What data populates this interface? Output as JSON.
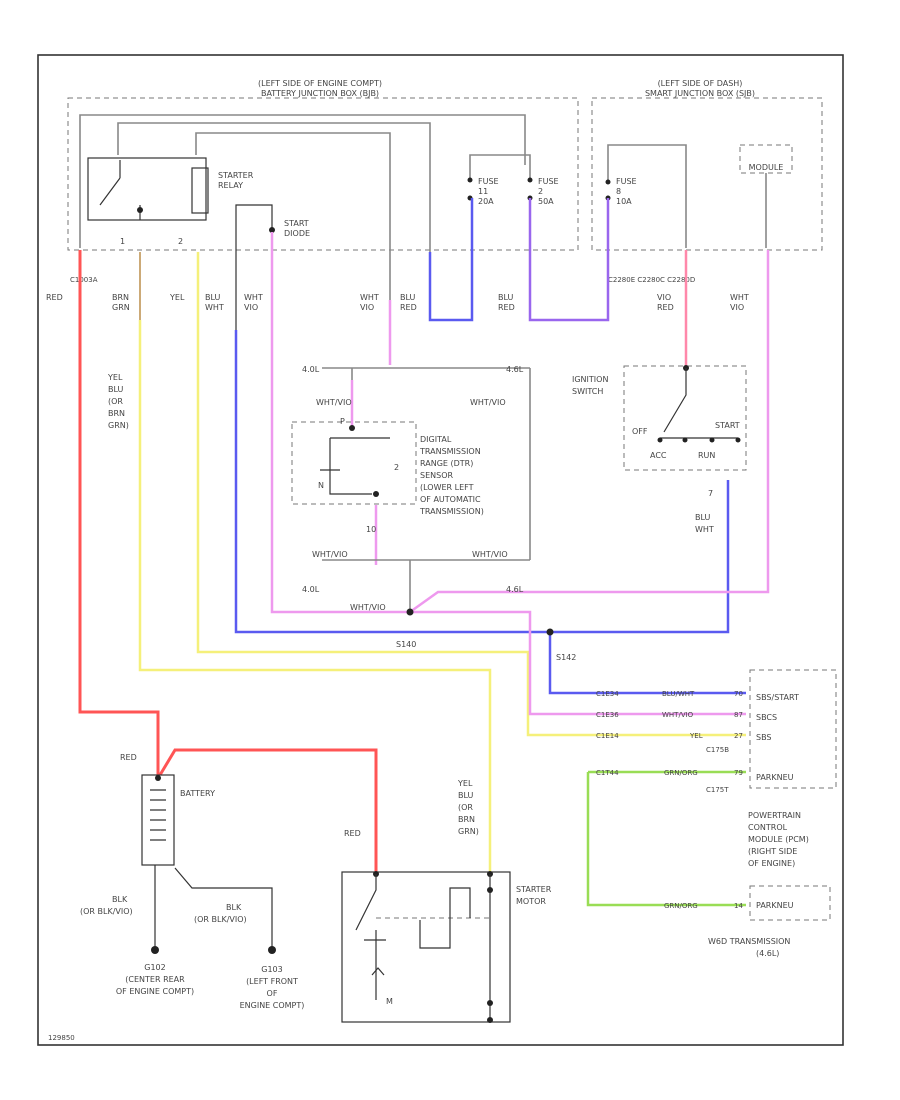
{
  "texts": {
    "bjb_title1": "(LEFT SIDE OF ENGINE COMPT)",
    "bjb_title2": "BATTERY JUNCTION BOX (BJB)",
    "sjb_title1": "(LEFT SIDE OF DASH)",
    "sjb_title2": "SMART JUNCTION BOX (SJB)",
    "starter_relay": [
      "STARTER",
      "RELAY"
    ],
    "start_diode": [
      "START",
      "DIODE"
    ],
    "fuse_a": [
      "FUSE",
      "11",
      "20A"
    ],
    "fuse_b": [
      "FUSE",
      "2",
      "50A"
    ],
    "fuse_c": [
      "FUSE",
      "8",
      "10A"
    ],
    "sjb_module": "MODULE",
    "pin1": "1",
    "pin2": "2",
    "conn_left": "C1003A",
    "conn_right": "C2280E  C2280C  C2280D",
    "wire_red": "RED",
    "wire_brn_grn": [
      "BRN",
      "GRN"
    ],
    "wire_yel": "YEL",
    "wire_blu_wht": [
      "BLU",
      "WHT"
    ],
    "wire_wht_vio": [
      "WHT",
      "VIO"
    ],
    "wire_blu_red1": [
      "BLU",
      "RED"
    ],
    "wire_blu_red2": [
      "BLU",
      "RED"
    ],
    "wire_vio_red": [
      "VIO",
      "RED"
    ],
    "wire_wht_vio3": [
      "WHT",
      "VIO"
    ],
    "wire_alt_left": [
      "YEL",
      "BLU",
      "(OR",
      "BRN",
      "GRN)"
    ],
    "ind_left": "4.0L",
    "ind_right": "4.6L",
    "splice_wht_vio_l": "WHT/VIO",
    "splice_wht_vio_r": "WHT/VIO",
    "ign_switch": [
      "IGNITION",
      "SWITCH"
    ],
    "ign_off": "OFF",
    "ign_start": "START",
    "ign_acc": "ACC",
    "ign_run": "RUN",
    "ign_pin": "7",
    "dtr_sensor": [
      "DIGITAL",
      "TRANSMISSION",
      "RANGE (DTR)",
      "SENSOR",
      "(LOWER LEFT",
      "OF AUTOMATIC",
      "TRANSMISSION)"
    ],
    "dtr_top": "P",
    "dtr_left": "N",
    "dtr_bot": "10",
    "dtr_pin2": "2",
    "dtr_wire_l": "WHT/VIO",
    "dtr_wire_r": "WHT/VIO",
    "dtr_wire_bl": "WHT/VIO",
    "dtr_wire_br": "WHT/VIO",
    "ign_wire": [
      "BLU",
      "WHT"
    ],
    "ind_left2": "4.0L",
    "ind_right2": "4.6L",
    "splice_wht_vio_c": "WHT/VIO",
    "splice_s140": "S140",
    "splice_s142": "S142",
    "pcm_c1": "C1E34",
    "pcm_c2": "C1E36",
    "pcm_c3": "C1E14",
    "pcm_c4": "C1T44",
    "pcm_w1": "BLU/WHT",
    "pcm_w2": "WHT/VIO",
    "pcm_w3": "YEL",
    "pcm_w4": "GRN/ORG",
    "pcm_w5": "GRN/ORG",
    "pcm_p1": "70",
    "pcm_p2": "87",
    "pcm_p3": "27",
    "pcm_p4": "79",
    "pcm_p5": "14",
    "pcm_items": [
      "SBS/START",
      "SBCS",
      "SBS",
      "PARKNEU"
    ],
    "pcm_conn_mid": "C175B",
    "pcm_conn_low": "C175T",
    "pcm_name": [
      "POWERTRAIN",
      "CONTROL",
      "MODULE (PCM)",
      "(RIGHT SIDE",
      "OF ENGINE)"
    ],
    "pcm_parkneu2": "PARKNEU",
    "trans_name": [
      "W6D TRANSMISSION",
      "(4.6L)"
    ],
    "battery_label": "BATTERY",
    "battery_wire_top": "RED",
    "battery_wire_red2": "RED",
    "battery_gnd1": [
      "BLK",
      "(OR BLK/VIO)"
    ],
    "battery_gnd2": [
      "BLK",
      "(OR BLK/VIO)"
    ],
    "gnd_g102": [
      "G102",
      "(CENTER REAR",
      "OF ENGINE COMPT)"
    ],
    "gnd_g103": [
      "G103",
      "(LEFT FRONT",
      "OF",
      "ENGINE COMPT)"
    ],
    "starter_motor": [
      "STARTER",
      "MOTOR"
    ],
    "starter_wire": [
      "YEL",
      "BLU",
      "(OR",
      "BRN",
      "GRN)"
    ],
    "starter_m": "M",
    "footer": "129850"
  },
  "colors": {
    "red": "#ff5555",
    "yellow": "#f5f07a",
    "blue": "#5a5af0",
    "pink": "#ee99ee",
    "purple": "#9966ee",
    "green": "#99dd55",
    "black": "#333333"
  }
}
